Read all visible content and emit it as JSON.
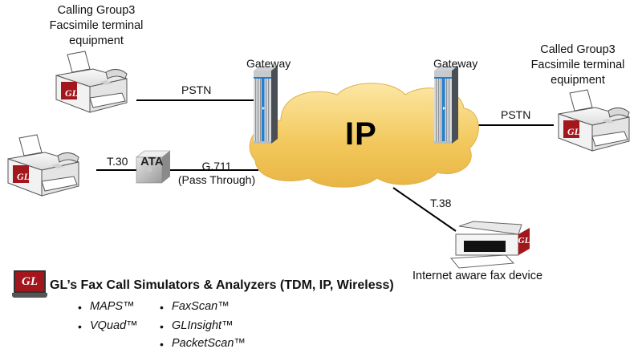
{
  "diagram": {
    "title": "Fax over IP network with GL simulators",
    "center_label": "IP",
    "nodes": {
      "calling_fax": {
        "label_lines": [
          "Calling Group3",
          "Facsimile terminal",
          "equipment"
        ],
        "badge": "GL"
      },
      "called_fax": {
        "label_lines": [
          "Called Group3",
          "Facsimile terminal",
          "equipment"
        ],
        "badge": "GL"
      },
      "analog_fax": {
        "badge": "GL"
      },
      "ata": {
        "label": "ATA"
      },
      "gateway_left": {
        "label": "Gateway"
      },
      "gateway_right": {
        "label": "Gateway"
      },
      "internet_fax": {
        "label": "Internet aware  fax device",
        "badge": "GL"
      }
    },
    "links": {
      "pstn_left": "PSTN",
      "pstn_right": "PSTN",
      "t30": "T.30",
      "g711_line1": "G.711",
      "g711_line2": "(Pass Through)",
      "t38": "T.38"
    },
    "colors": {
      "cloud": "#f3c95a",
      "cloud_highlight": "#fbe3a0",
      "gl_red": "#a3161c",
      "gateway_blue": "#1f7fd0",
      "line": "#000000"
    }
  },
  "legend": {
    "logo": "GL",
    "title": "GL’s Fax Call Simulators & Analyzers (TDM, IP, Wireless)",
    "bullet": "•",
    "products_col1": [
      "MAPS™",
      "VQuad™"
    ],
    "products_col2": [
      "FaxScan™",
      "GLInsight™",
      "PacketScan™"
    ]
  }
}
